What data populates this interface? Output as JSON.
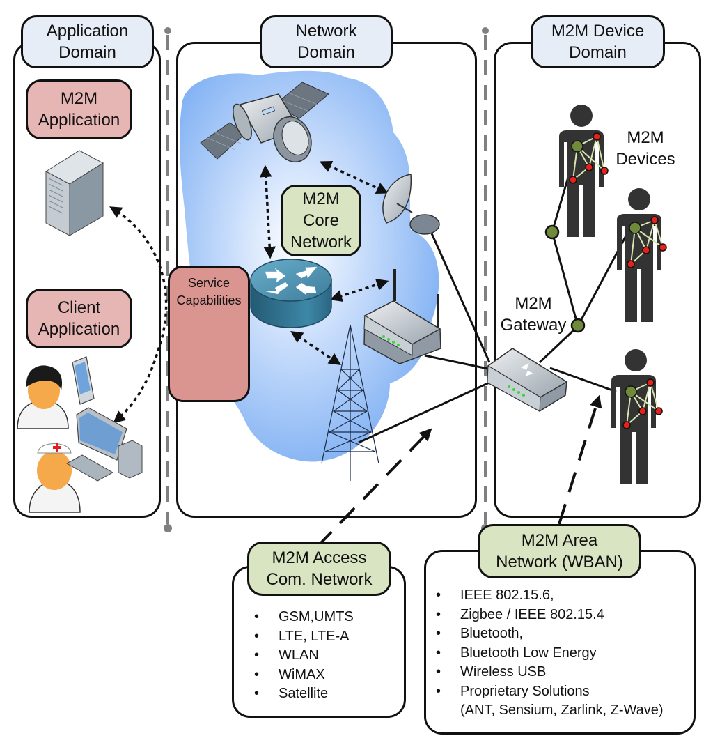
{
  "domains": {
    "application": {
      "title": "Application\nDomain"
    },
    "network": {
      "title": "Network\nDomain"
    },
    "device": {
      "title": "M2M Device\nDomain"
    }
  },
  "application_domain": {
    "m2m_application": "M2M\nApplication",
    "client_application": "Client\nApplication"
  },
  "network_domain": {
    "core_network": "M2M\nCore\nNetwork",
    "service_capabilities": "Service\nCapabilities"
  },
  "device_domain": {
    "devices_label": "M2M\nDevices",
    "gateway_label": "M2M\nGateway"
  },
  "access_network": {
    "title": "M2M Access\nCom. Network",
    "items": [
      "GSM,UMTS",
      "LTE, LTE-A",
      "WLAN",
      "WiMAX",
      "Satellite"
    ]
  },
  "area_network": {
    "title": "M2M Area\nNetwork (WBAN)",
    "items": [
      "IEEE 802.15.6,",
      "Zigbee / IEEE 802.15.4",
      "Bluetooth,",
      "Bluetooth Low Energy",
      "Wireless USB",
      "Proprietary Solutions\n(ANT, Sensium, Zarlink, Z-Wave)"
    ]
  },
  "colors": {
    "domain_tag": "#e6edf7",
    "application_tag": "#e6b6b4",
    "service_tag": "#da9591",
    "network_tag": "#d8e4c2",
    "cloud": "#8fb8f5",
    "person": "#333333",
    "hub_node": "#6f8a3a",
    "sensor_node": "#e8201a",
    "divider": "#808080"
  }
}
